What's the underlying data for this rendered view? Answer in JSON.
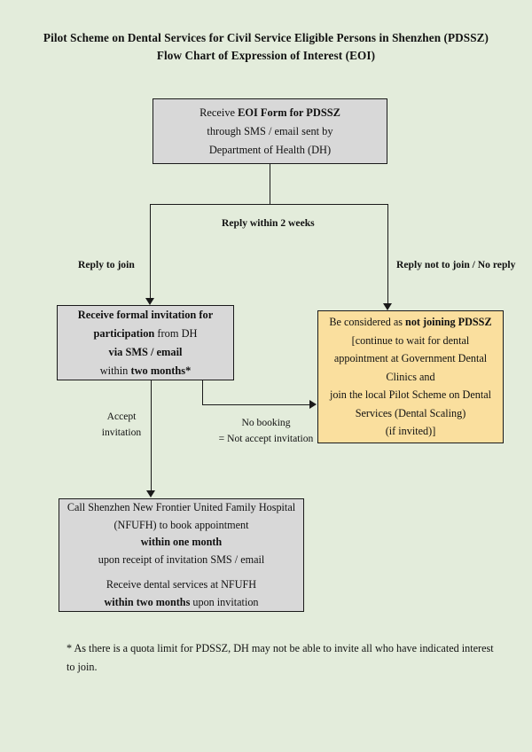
{
  "document": {
    "title_line1": "Pilot Scheme on Dental Services for Civil Service Eligible Persons in Shenzhen (PDSSZ)",
    "title_line2": "Flow Chart of Expression of Interest (EOI)"
  },
  "colors": {
    "background": "#e3ecdb",
    "box_gray": "#d8d8d8",
    "box_amber": "#fadf9e",
    "stroke": "#1a1a1a",
    "text": "#111111"
  },
  "nodes": {
    "receive_eoi": {
      "lines": [
        {
          "prefix": "Receive ",
          "bold": "EOI Form for PDSSZ",
          "suffix": ""
        },
        {
          "prefix": "through SMS / email sent by",
          "bold": "",
          "suffix": ""
        },
        {
          "prefix": "Department of Health (DH)",
          "bold": "",
          "suffix": ""
        }
      ]
    },
    "formal_invitation": {
      "lines": [
        {
          "prefix": "",
          "bold": "Receive formal invitation for",
          "suffix": ""
        },
        {
          "prefix": "",
          "bold": "participation",
          "suffix": " from DH"
        },
        {
          "prefix": "",
          "bold": "via SMS / email",
          "suffix": ""
        },
        {
          "prefix": "within ",
          "bold": "two months*",
          "suffix": ""
        }
      ]
    },
    "not_joining": {
      "lines": [
        {
          "prefix": "Be considered as ",
          "bold": "not joining PDSSZ",
          "suffix": ""
        },
        {
          "prefix": "[continue to wait for dental",
          "bold": "",
          "suffix": ""
        },
        {
          "prefix": "appointment at Government Dental",
          "bold": "",
          "suffix": ""
        },
        {
          "prefix": "Clinics and",
          "bold": "",
          "suffix": ""
        },
        {
          "prefix": "join the local Pilot Scheme on Dental",
          "bold": "",
          "suffix": ""
        },
        {
          "prefix": "Services (Dental Scaling)",
          "bold": "",
          "suffix": ""
        },
        {
          "prefix": "(if invited)]",
          "bold": "",
          "suffix": ""
        }
      ]
    },
    "call_nfufh": {
      "lines": [
        {
          "prefix": "Call Shenzhen New Frontier United Family Hospital",
          "bold": "",
          "suffix": ""
        },
        {
          "prefix": "(NFUFH) to book appointment",
          "bold": "",
          "suffix": ""
        },
        {
          "prefix": "",
          "bold": "within one month",
          "suffix": ""
        },
        {
          "prefix": "upon receipt of invitation SMS / email",
          "bold": "",
          "suffix": ""
        }
      ],
      "lines2": [
        {
          "prefix": "Receive dental services at NFUFH",
          "bold": "",
          "suffix": ""
        },
        {
          "prefix": "",
          "bold": "within two months",
          "suffix": " upon invitation"
        }
      ]
    }
  },
  "edges": {
    "reply_within_2_weeks": "Reply within 2 weeks",
    "reply_to_join": "Reply to join",
    "reply_not_to_join": "Reply not to join / No reply",
    "accept_invitation_line1": "Accept",
    "accept_invitation_line2": "invitation",
    "no_booking_line1": "No booking",
    "no_booking_line2": "= Not accept invitation"
  },
  "footnote": {
    "text": "* As there is a quota limit for PDSSZ, DH may not be able to invite all who have indicated interest to join."
  }
}
